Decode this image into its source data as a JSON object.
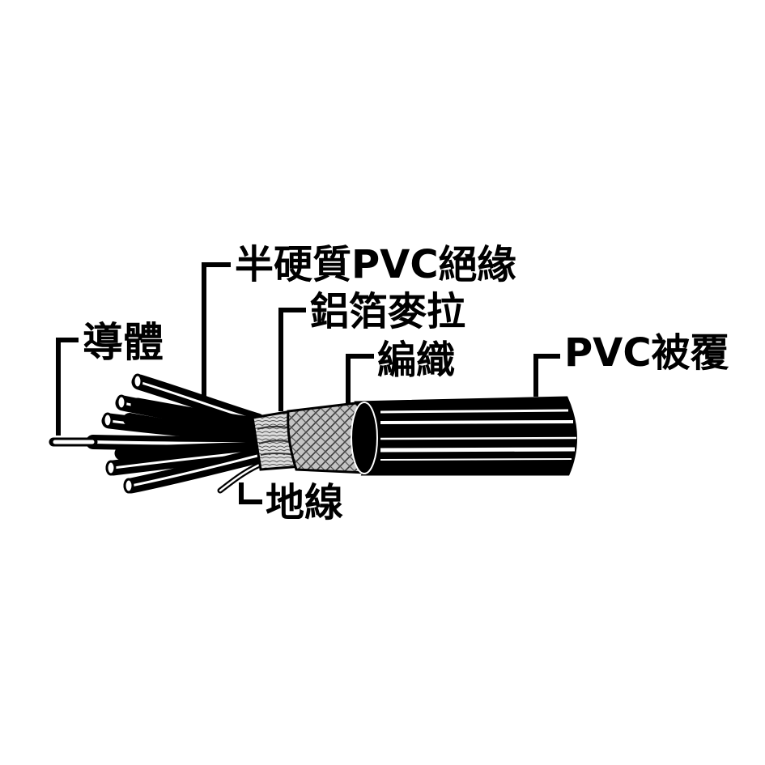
{
  "labels": {
    "conductor": "導體",
    "insulation": "半硬質PVC絕緣",
    "aluminum_foil": "鋁箔麥拉",
    "braid": "編織",
    "jacket": "PVC被覆",
    "ground_wire": "地線"
  },
  "colors": {
    "ink": "#000000",
    "background": "#ffffff",
    "braid_fill": "#b9b9b9",
    "foil_fill": "#d0d0d0",
    "jacket_stripe": "#ffffff"
  }
}
